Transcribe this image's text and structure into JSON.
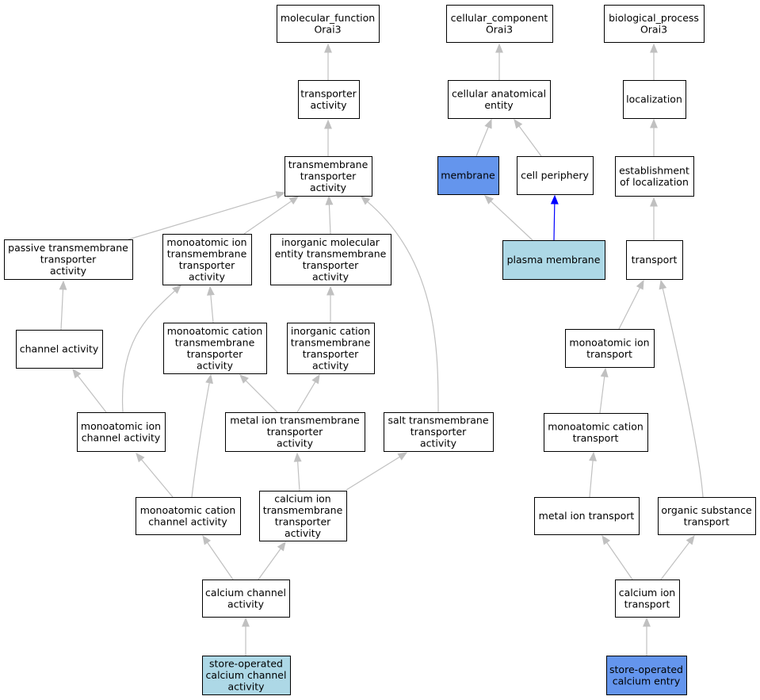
{
  "colors": {
    "default_fill": "#ffffff",
    "light_blue": "#add8e6",
    "medium_blue": "#6495ed",
    "edge_gray": "#c0c0c0",
    "edge_blue": "#0000ff"
  },
  "nodes": {
    "molecular_function": {
      "lines": [
        "molecular_function",
        "Orai3"
      ],
      "fill": "default"
    },
    "cellular_component": {
      "lines": [
        "cellular_component",
        "Orai3"
      ],
      "fill": "default"
    },
    "biological_process": {
      "lines": [
        "biological_process",
        "Orai3"
      ],
      "fill": "default"
    },
    "transporter_activity": {
      "lines": [
        "transporter",
        "activity"
      ],
      "fill": "default"
    },
    "cellular_anatomical_entity": {
      "lines": [
        "cellular anatomical",
        "entity"
      ],
      "fill": "default"
    },
    "localization": {
      "lines": [
        "localization"
      ],
      "fill": "default"
    },
    "transmembrane_transporter_activity": {
      "lines": [
        "transmembrane",
        "transporter",
        "activity"
      ],
      "fill": "default"
    },
    "membrane": {
      "lines": [
        "membrane"
      ],
      "fill": "medium_blue"
    },
    "cell_periphery": {
      "lines": [
        "cell periphery"
      ],
      "fill": "default"
    },
    "establishment_of_localization": {
      "lines": [
        "establishment",
        "of localization"
      ],
      "fill": "default"
    },
    "passive_transmembrane": {
      "lines": [
        "passive transmembrane",
        "transporter",
        "activity"
      ],
      "fill": "default"
    },
    "monoatomic_ion_transmembrane": {
      "lines": [
        "monoatomic ion",
        "transmembrane",
        "transporter",
        "activity"
      ],
      "fill": "default"
    },
    "inorganic_molecular_entity": {
      "lines": [
        "inorganic molecular",
        "entity transmembrane",
        "transporter",
        "activity"
      ],
      "fill": "default"
    },
    "plasma_membrane": {
      "lines": [
        "plasma membrane"
      ],
      "fill": "light_blue"
    },
    "transport": {
      "lines": [
        "transport"
      ],
      "fill": "default"
    },
    "channel_activity": {
      "lines": [
        "channel activity"
      ],
      "fill": "default"
    },
    "monoatomic_cation_transmembrane": {
      "lines": [
        "monoatomic cation",
        "transmembrane",
        "transporter",
        "activity"
      ],
      "fill": "default"
    },
    "inorganic_cation_transmembrane": {
      "lines": [
        "inorganic cation",
        "transmembrane",
        "transporter",
        "activity"
      ],
      "fill": "default"
    },
    "monoatomic_ion_transport": {
      "lines": [
        "monoatomic ion",
        "transport"
      ],
      "fill": "default"
    },
    "monoatomic_ion_channel": {
      "lines": [
        "monoatomic ion",
        "channel activity"
      ],
      "fill": "default"
    },
    "metal_ion_transmembrane": {
      "lines": [
        "metal ion transmembrane",
        "transporter",
        "activity"
      ],
      "fill": "default"
    },
    "salt_transmembrane": {
      "lines": [
        "salt transmembrane",
        "transporter",
        "activity"
      ],
      "fill": "default"
    },
    "monoatomic_cation_transport": {
      "lines": [
        "monoatomic cation",
        "transport"
      ],
      "fill": "default"
    },
    "monoatomic_cation_channel": {
      "lines": [
        "monoatomic cation",
        "channel activity"
      ],
      "fill": "default"
    },
    "calcium_ion_transmembrane": {
      "lines": [
        "calcium ion",
        "transmembrane",
        "transporter",
        "activity"
      ],
      "fill": "default"
    },
    "metal_ion_transport": {
      "lines": [
        "metal ion transport"
      ],
      "fill": "default"
    },
    "organic_substance_transport": {
      "lines": [
        "organic substance",
        "transport"
      ],
      "fill": "default"
    },
    "calcium_channel_activity": {
      "lines": [
        "calcium channel",
        "activity"
      ],
      "fill": "default"
    },
    "calcium_ion_transport": {
      "lines": [
        "calcium ion",
        "transport"
      ],
      "fill": "default"
    },
    "store_operated_channel": {
      "lines": [
        "store-operated",
        "calcium channel",
        "activity"
      ],
      "fill": "light_blue"
    },
    "store_operated_entry": {
      "lines": [
        "store-operated",
        "calcium entry"
      ],
      "fill": "medium_blue"
    }
  },
  "edges": [
    {
      "from": "transporter_activity",
      "to": "molecular_function",
      "color": "gray"
    },
    {
      "from": "transmembrane_transporter_activity",
      "to": "transporter_activity",
      "color": "gray"
    },
    {
      "from": "passive_transmembrane",
      "to": "transmembrane_transporter_activity",
      "color": "gray"
    },
    {
      "from": "monoatomic_ion_transmembrane",
      "to": "transmembrane_transporter_activity",
      "color": "gray"
    },
    {
      "from": "inorganic_molecular_entity",
      "to": "transmembrane_transporter_activity",
      "color": "gray"
    },
    {
      "from": "salt_transmembrane",
      "to": "transmembrane_transporter_activity",
      "color": "gray"
    },
    {
      "from": "channel_activity",
      "to": "passive_transmembrane",
      "color": "gray"
    },
    {
      "from": "monoatomic_cation_transmembrane",
      "to": "monoatomic_ion_transmembrane",
      "color": "gray"
    },
    {
      "from": "monoatomic_ion_channel",
      "to": "monoatomic_ion_transmembrane",
      "color": "gray"
    },
    {
      "from": "inorganic_cation_transmembrane",
      "to": "inorganic_molecular_entity",
      "color": "gray"
    },
    {
      "from": "monoatomic_ion_channel",
      "to": "channel_activity",
      "color": "gray"
    },
    {
      "from": "metal_ion_transmembrane",
      "to": "monoatomic_cation_transmembrane",
      "color": "gray"
    },
    {
      "from": "metal_ion_transmembrane",
      "to": "inorganic_cation_transmembrane",
      "color": "gray"
    },
    {
      "from": "monoatomic_cation_channel",
      "to": "monoatomic_ion_channel",
      "color": "gray"
    },
    {
      "from": "monoatomic_cation_channel",
      "to": "monoatomic_cation_transmembrane",
      "color": "gray"
    },
    {
      "from": "calcium_ion_transmembrane",
      "to": "metal_ion_transmembrane",
      "color": "gray"
    },
    {
      "from": "calcium_ion_transmembrane",
      "to": "salt_transmembrane",
      "color": "gray"
    },
    {
      "from": "calcium_channel_activity",
      "to": "monoatomic_cation_channel",
      "color": "gray"
    },
    {
      "from": "calcium_channel_activity",
      "to": "calcium_ion_transmembrane",
      "color": "gray"
    },
    {
      "from": "store_operated_channel",
      "to": "calcium_channel_activity",
      "color": "gray"
    },
    {
      "from": "cellular_anatomical_entity",
      "to": "cellular_component",
      "color": "gray"
    },
    {
      "from": "membrane",
      "to": "cellular_anatomical_entity",
      "color": "gray"
    },
    {
      "from": "cell_periphery",
      "to": "cellular_anatomical_entity",
      "color": "gray"
    },
    {
      "from": "plasma_membrane",
      "to": "membrane",
      "color": "gray"
    },
    {
      "from": "plasma_membrane",
      "to": "cell_periphery",
      "color": "blue"
    },
    {
      "from": "localization",
      "to": "biological_process",
      "color": "gray"
    },
    {
      "from": "establishment_of_localization",
      "to": "localization",
      "color": "gray"
    },
    {
      "from": "transport",
      "to": "establishment_of_localization",
      "color": "gray"
    },
    {
      "from": "monoatomic_ion_transport",
      "to": "transport",
      "color": "gray"
    },
    {
      "from": "organic_substance_transport",
      "to": "transport",
      "color": "gray"
    },
    {
      "from": "monoatomic_cation_transport",
      "to": "monoatomic_ion_transport",
      "color": "gray"
    },
    {
      "from": "metal_ion_transport",
      "to": "monoatomic_cation_transport",
      "color": "gray"
    },
    {
      "from": "calcium_ion_transport",
      "to": "metal_ion_transport",
      "color": "gray"
    },
    {
      "from": "calcium_ion_transport",
      "to": "organic_substance_transport",
      "color": "gray"
    },
    {
      "from": "store_operated_entry",
      "to": "calcium_ion_transport",
      "color": "gray"
    }
  ]
}
